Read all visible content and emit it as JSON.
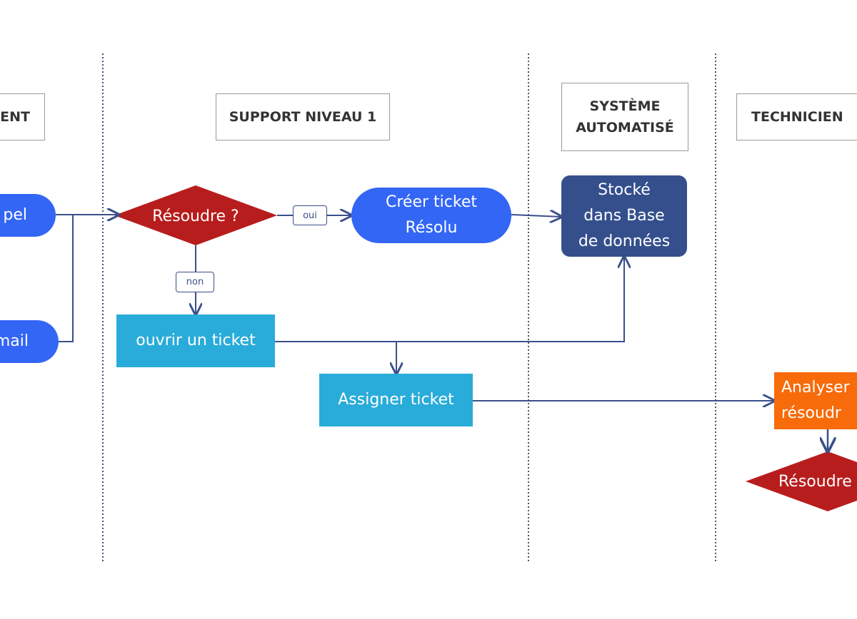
{
  "lanes": {
    "client": "ENT",
    "support": "SUPPORT NIVEAU 1",
    "systeme": "SYSTÈME\nAUTOMATISÉ",
    "technicien": "TECHNICIEN"
  },
  "nodes": {
    "appel": "pel",
    "email": "mail",
    "resoudre1": "Résoudre ?",
    "creer_ticket": "Créer ticket\nRésolu",
    "stocke": "Stocké\ndans Base\nde données",
    "ouvrir_ticket": "ouvrir un ticket",
    "assigner_ticket": "Assigner ticket",
    "analyser": "Analyser\nrésoudr",
    "resoudre2": "Résoudre"
  },
  "edge_labels": {
    "oui": "oui",
    "non": "non"
  },
  "colors": {
    "lane_line": "#3b4f8a",
    "connector": "#3b4f8a",
    "decision": "#b81d1d",
    "start_pill": "#3366f5",
    "process": "#29acd9",
    "database": "#344f8c",
    "technician_task": "#f76b0a"
  }
}
